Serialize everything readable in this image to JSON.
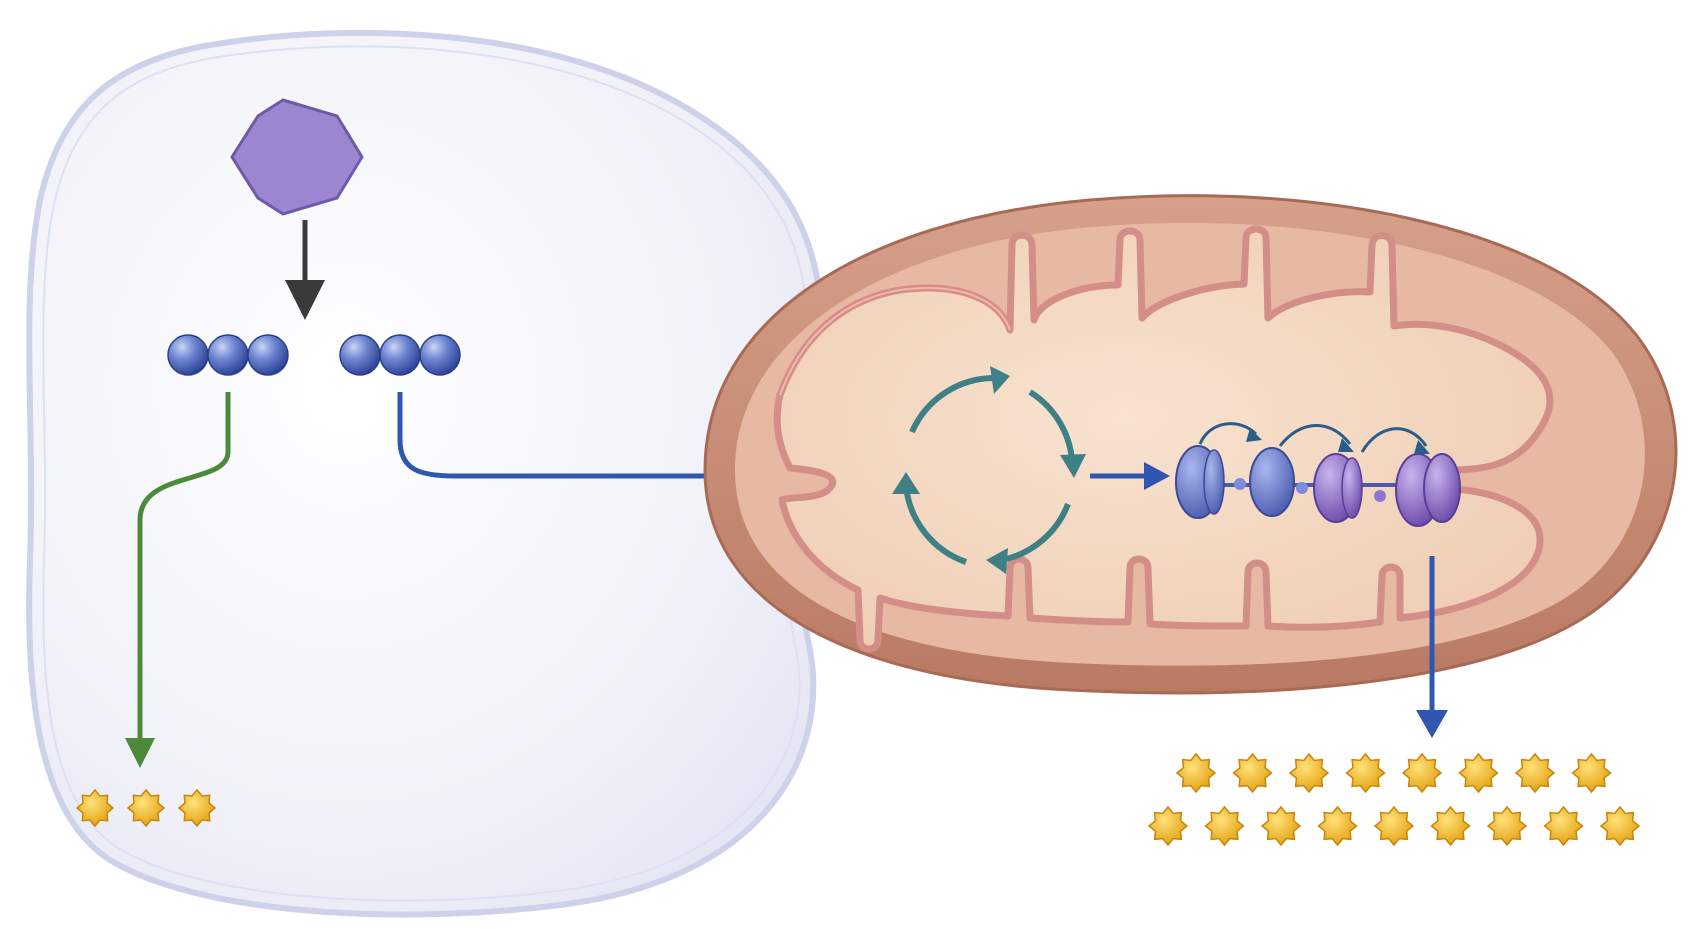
{
  "diagram": {
    "colors": {
      "cell_fill": "#eef0f8",
      "cell_edge": "#c9cde8",
      "glucose": "#9b86cf",
      "pyruvate": "#5d78c8",
      "glycolysis_arrow": "#4a8a3a",
      "transport_arrow": "#2f56b0",
      "cycle_arrow": "#3f7f86",
      "mito_outer": "#c98e78",
      "mito_matrix": "#f3d9c4",
      "complex_blue": "#6f7fcf",
      "complex_purple": "#8f72c8",
      "atp": "#f2b51e"
    },
    "molecules": {
      "glucose_icon": "hexagon",
      "pyruvate_beads_per_molecule": 3,
      "pyruvate_molecules": 2,
      "atp_icon": "star"
    },
    "atp_yield": {
      "glycolysis": 3,
      "oxidative": 17
    },
    "electron_transport": {
      "complexes": 4,
      "transfer_arrows": 3
    }
  }
}
